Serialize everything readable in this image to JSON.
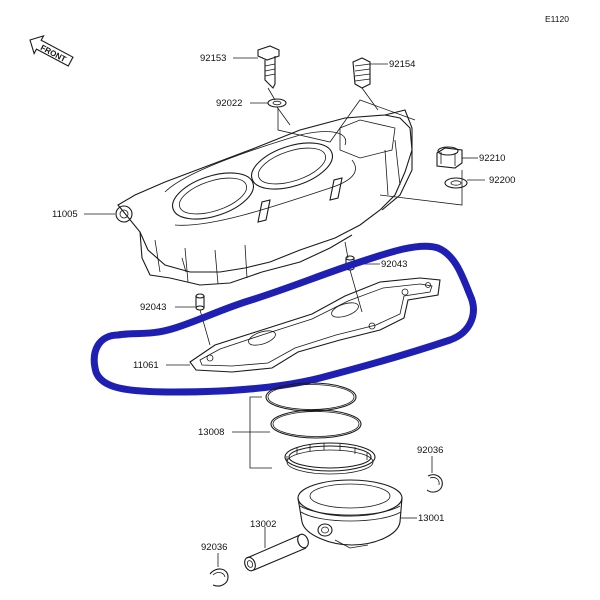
{
  "diagram": {
    "reference_code": "E1120",
    "direction_label": "FRONT",
    "highlight_color": "#1f1fb4",
    "labels": {
      "p92153": "92153",
      "p92154": "92154",
      "p92022": "92022",
      "p92210": "92210",
      "p92200": "92200",
      "p11005": "11005",
      "p92043_top": "92043",
      "p92043_left": "92043",
      "p11061": "11061",
      "p13008": "13008",
      "p92036_right": "92036",
      "p13001": "13001",
      "p13002": "13002",
      "p92036_left": "92036"
    }
  }
}
